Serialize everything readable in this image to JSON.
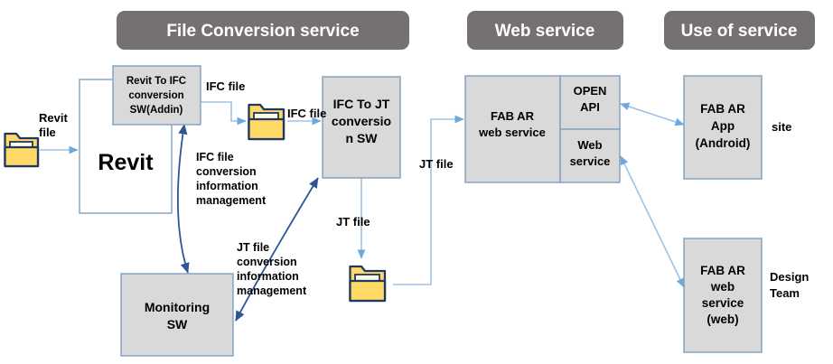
{
  "headers": [
    {
      "id": "file-conversion-service",
      "label": "File Conversion service"
    },
    {
      "id": "web-service",
      "label": "Web service"
    },
    {
      "id": "use-of-service",
      "label": "Use of service"
    }
  ],
  "boxes": {
    "revit": {
      "label": "Revit"
    },
    "revit_to_ifc_addin": {
      "lines": [
        "Revit To IFC",
        "conversion",
        "SW(Addin)"
      ]
    },
    "ifc_to_jt_sw": {
      "lines": [
        "IFC To JT",
        "conversio",
        "n SW"
      ]
    },
    "monitoring_sw": {
      "lines": [
        "Monitoring",
        "SW"
      ]
    },
    "fab_ar_web_service": {
      "lines": [
        "FAB AR",
        "web service"
      ]
    },
    "open_api": {
      "lines": [
        "OPEN",
        "API"
      ]
    },
    "web_service_module": {
      "lines": [
        "Web",
        "service"
      ]
    },
    "fab_ar_app": {
      "lines": [
        "FAB AR",
        "App",
        "(Android)"
      ]
    },
    "fab_ar_web": {
      "lines": [
        "FAB AR",
        "web",
        "service",
        "(web)"
      ]
    }
  },
  "icons": {
    "revit_folder": "folder-icon",
    "ifc_folder": "folder-icon",
    "jt_folder": "folder-icon"
  },
  "labels": {
    "revit_file": [
      "Revit",
      "file"
    ],
    "ifc_file_1": "IFC file",
    "ifc_file_2": "IFC file",
    "jt_file_down": "JT file",
    "jt_file_right": "JT file",
    "ifc_conv_info_mgmt": [
      "IFC file",
      "conversion",
      "information",
      "management"
    ],
    "jt_conv_info_mgmt": [
      "JT file",
      "conversion",
      "information",
      "management"
    ],
    "site": "site",
    "design_team": [
      "Design",
      "Team"
    ]
  },
  "colors": {
    "header_fill": "#767171",
    "header_text": "#ffffff",
    "box_fill": "#d9d9d9",
    "box_border": "#7f9fc3",
    "revit_border": "#7f9fc3",
    "arrow_light": "#9dc3e6",
    "arrow_dark": "#2f5597",
    "folder_fill": "#ffd966",
    "folder_stroke": "#1f3864",
    "text": "#000000",
    "page_bg": "#ffffff"
  }
}
